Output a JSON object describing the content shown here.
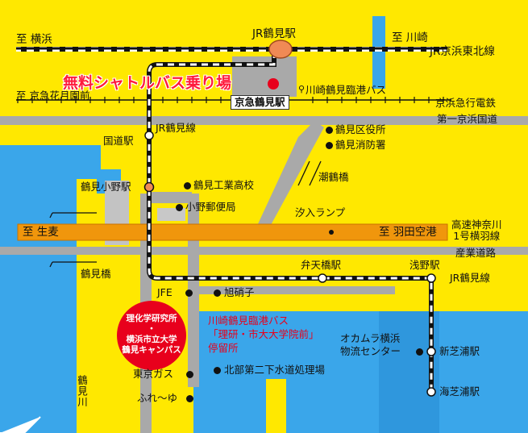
{
  "map": {
    "colors": {
      "land": "#ffe800",
      "water": "#3aa6ea",
      "road": "#a9a9a9",
      "expressway": "#f0960c",
      "rail_dark": "#111111",
      "campus_circle": "#e8001c",
      "shuttle_text": "#ff1a3c",
      "jr_station": "#f08a55",
      "tsurumi_ono_station": "#f08a55"
    },
    "directions": {
      "to_yokohama": "至 横浜",
      "to_kawasaki": "至 川崎",
      "to_keikyu_kamata": "至 京急花月園前",
      "to_namamugi": "至 生麦",
      "to_haneda": "至 羽田空港"
    },
    "stations": {
      "jr_tsurumi": "JR鶴見駅",
      "keikyu_tsurumi": "京急鶴見駅",
      "kokudo": "国道駅",
      "tsurumi_ono": "鶴見小野駅",
      "bentenbashi": "弁天橋駅",
      "asano": "浅野駅",
      "shin_shibaura": "新芝浦駅",
      "umi_shibaura": "海芝浦駅"
    },
    "lines": {
      "jr_keihin_tohoku": "JR京浜東北線",
      "keikyu_main": "京浜急行電鉄",
      "jr_tsurumi_line_top": "JR鶴見線",
      "jr_tsurumi_line_right": "JR鶴見線"
    },
    "roads": {
      "daiichi_keihin": "第一京浜国道",
      "expressway": "高速神奈川\n1号横羽線",
      "sangyo_doro": "産業道路"
    },
    "bridges": {
      "ushiobashi": "潮鶴橋",
      "tsurumibashi": "鶴見橋"
    },
    "rivers": {
      "tsurumi_river": "鶴見川"
    },
    "places": {
      "shuttle_stop": "無料シャトルバス乗り場",
      "kawasaki_bus": "川崎鶴見臨港バス",
      "ward_office": "鶴見区役所",
      "fire_station": "鶴見消防署",
      "tech_high": "鶴見工業高校",
      "post_office": "小野郵便局",
      "shionyu_ramp": "汐入ランプ",
      "jfe": "JFE",
      "asahi_garasu": "旭硝子",
      "campus_circle": "理化学研究所\n・\n横浜市立大学\n鶴見キャンパス",
      "bus_stop_info": "川崎鶴見臨港バス\n「理研・市大大学院前」\n停留所",
      "okamura": "オカムラ横浜\n物流センター",
      "tokyo_gas": "東京ガス",
      "sewage": "北部第二下水道処理場",
      "fureai": "ふれ〜ゆ"
    }
  }
}
